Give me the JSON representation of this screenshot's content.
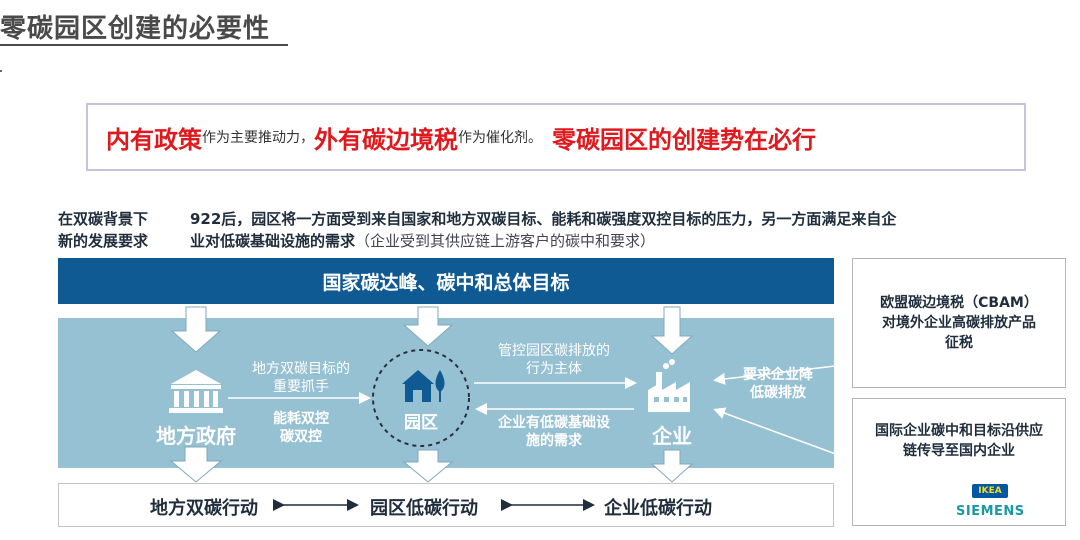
{
  "page": {
    "title": "零碳园区创建的必要性"
  },
  "slogan": {
    "part1_big": "内有政策",
    "part1_small": "作为主要推动力，",
    "part2_big": "外有碳边境税",
    "part2_small": "作为催化剂。",
    "part3_big": "零碳园区的创建势在必行"
  },
  "background": {
    "left_line1": "在双碳背景下",
    "left_line2": "新的发展要求",
    "right_line1": "922后，园区将一方面受到来自国家和地方双碳目标、能耗和碳强度双控目标的压力，另一方面满足来自企",
    "right_line2_bold": "业对低碳基础设施的需求",
    "right_line2_paren": "（企业受到其供应链上游客户的碳中和要求）"
  },
  "diagram": {
    "top_banner": "国家碳达峰、碳中和总体目标",
    "gov_label": "地方政府",
    "park_label": "园区",
    "enterprise_label": "企业",
    "gov_to_park_top": "地方双碳目标的\n重要抓手",
    "gov_to_park_bottom": "能耗双控\n碳双控",
    "park_to_ent_top": "管控园区碳排放的\n行为主体",
    "ent_to_park_bottom": "企业有低碳基础设\n施的需求",
    "requirement_label": "要求企业降\n低碳排放",
    "action_gov": "地方双碳行动",
    "action_park": "园区低碳行动",
    "action_ent": "企业低碳行动"
  },
  "side": {
    "cbam": "欧盟碳边境税（CBAM）\n对境外企业高碳排放产品\n征税",
    "intl": "国际企业碳中和目标沿供应\n链传导至国内企业",
    "logo_ikea": "IKEA",
    "logo_siemens": "SIEMENS"
  },
  "colors": {
    "banner": "#0f5a93",
    "panel": "#96c1d3",
    "slogan_red": "#e0191e"
  },
  "icons": [
    "bank-icon",
    "house-icon",
    "factory-icon",
    "apple-logo-icon",
    "vw-logo-icon",
    "ikea-logo-icon",
    "ge-logo-icon"
  ]
}
